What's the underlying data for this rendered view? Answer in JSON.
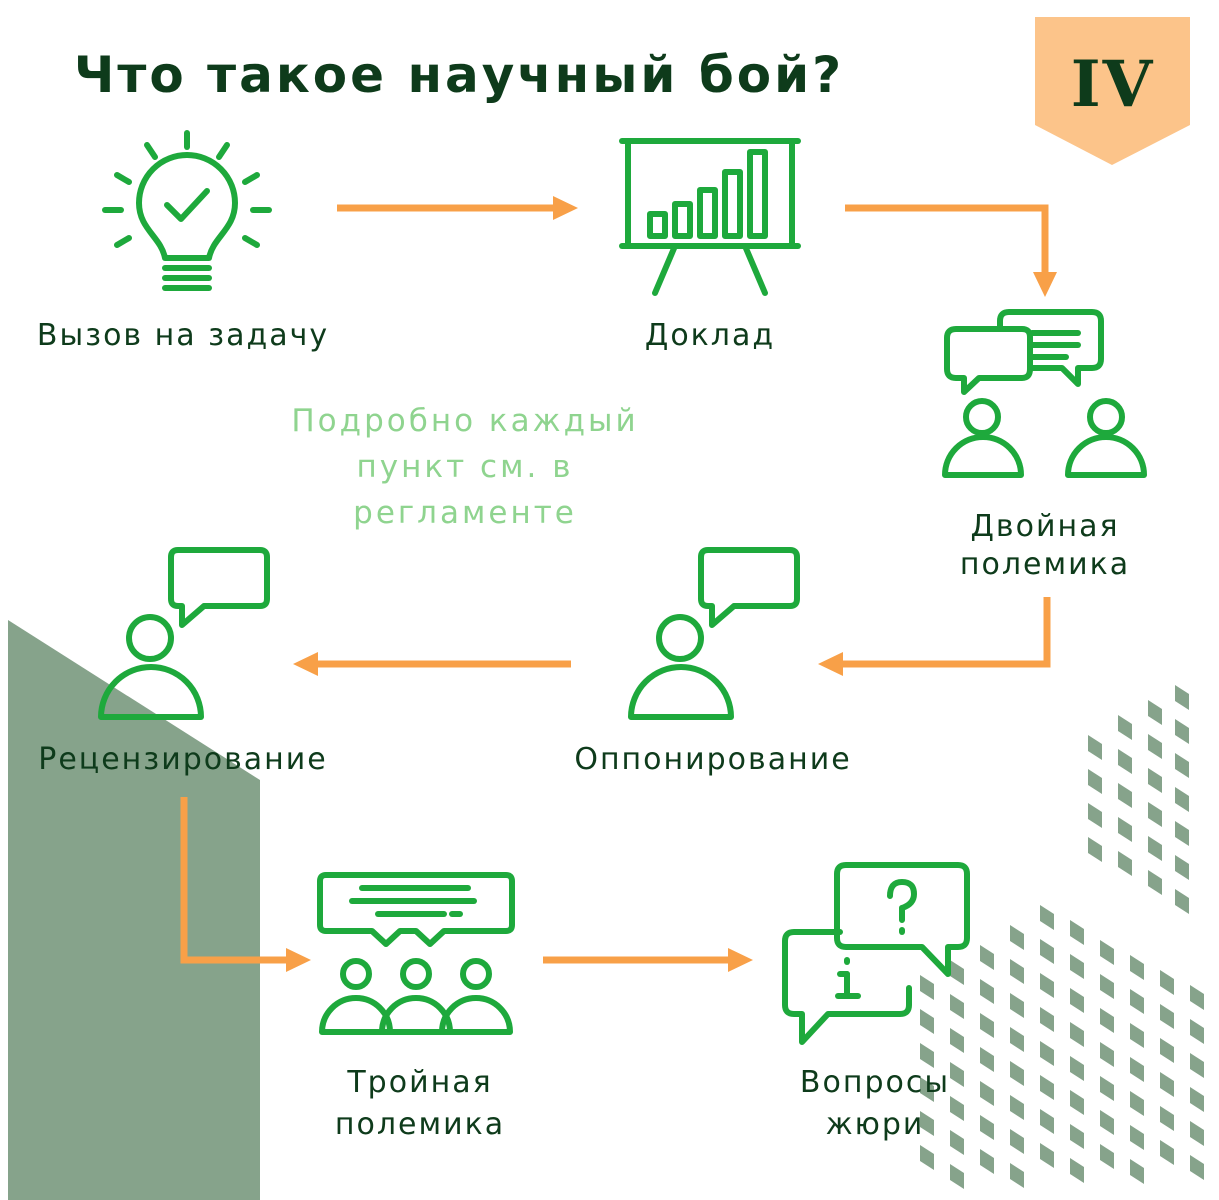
{
  "title": "Что такое научный бой?",
  "badge": "IV",
  "note": "Подробно каждый пункт см. в регламенте",
  "steps": [
    {
      "label": "Вызов на задачу",
      "icon": "lightbulb-check-icon"
    },
    {
      "label": "Доклад",
      "icon": "presentation-chart-icon"
    },
    {
      "label": "Двойная полемика",
      "icon": "two-person-chat-icon"
    },
    {
      "label": "Оппонирование",
      "icon": "person-speech-icon"
    },
    {
      "label": "Рецензирование",
      "icon": "person-speech-icon"
    },
    {
      "label": "Тройная полемика",
      "icon": "group-discussion-icon"
    },
    {
      "label": "Вопросы жюри",
      "icon": "question-info-bubbles-icon"
    }
  ],
  "colors": {
    "title": "#0e3b1b",
    "icon": "#1ea93c",
    "arrow": "#f8a048",
    "badge": "#fcc48a",
    "note": "#8fd48f",
    "decor": "#86a38b"
  }
}
